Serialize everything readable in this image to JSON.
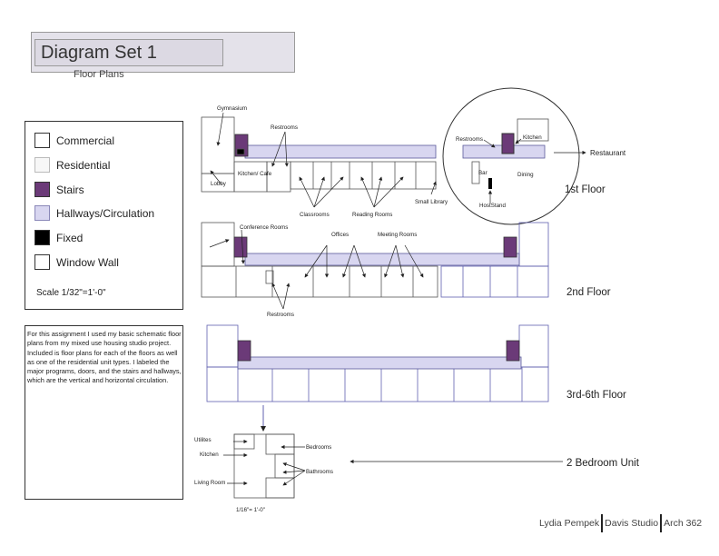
{
  "header": {
    "title": "Diagram Set 1",
    "subtitle": "Floor Plans"
  },
  "legend": {
    "items": [
      {
        "label": "Commercial",
        "color": "#ffffff"
      },
      {
        "label": "Residential",
        "color": "#f7f7f7"
      },
      {
        "label": "Stairs",
        "color": "#6b3a78"
      },
      {
        "label": "Hallways/Circulation",
        "color": "#d8d6f0"
      },
      {
        "label": "Fixed",
        "color": "#000000"
      },
      {
        "label": "Window Wall",
        "color": "#ffffff"
      }
    ],
    "scale": "Scale 1/32\"=1'-0\""
  },
  "note": "For this assignment I used my basic schematic floor plans from my mixed use housing studio project. Included is floor plans for each of the floors as well as one of the residential unit types. I labeled the major programs, doors, and the stairs and hallways, which are the vertical and horizontal circulation.",
  "floors": {
    "first": "1st Floor",
    "second": "2nd Floor",
    "third_sixth": "3rd-6th Floor",
    "unit": "2 Bedroom Unit",
    "restaurant": "Restaurant"
  },
  "labels": {
    "gymnasium": "Gymnasium",
    "restrooms": "Restrooms",
    "lobby": "Lobby",
    "kitchen_cafe": "Kitchen/ Cafe",
    "classrooms": "Classrooms",
    "reading_rooms": "Reading Rooms",
    "small_library": "Small Library",
    "restrooms_r": "Restrooms",
    "kitchen_r": "Kitchen",
    "bar": "Bar",
    "dining": "Dining",
    "host_stand": "HostStand",
    "conference_rooms": "Conference Rooms",
    "offices": "Offices",
    "meeting_rooms": "Meeting Rooms",
    "restrooms_2": "Restrooms",
    "utilities": "Utilites",
    "kitchen_u": "Kitchen",
    "living_room": "Living Room",
    "bedrooms": "Bedrooms",
    "bathrooms": "Bathrooms",
    "unit_scale": "1/16\"= 1'-0\""
  },
  "footer": {
    "name": "Lydia Pempek",
    "studio": "Davis Studio",
    "course": "Arch 362"
  },
  "colors": {
    "hall": "#d8d6f0",
    "stair": "#6b3a78",
    "wall": "#5a5a9a"
  }
}
